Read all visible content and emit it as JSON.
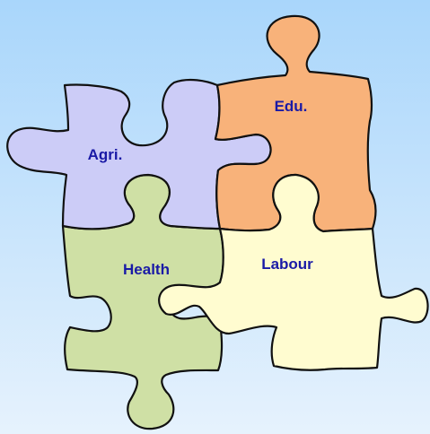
{
  "pieces": {
    "agri": {
      "label": "Agri.",
      "color": "#ccccf7"
    },
    "edu": {
      "label": "Edu.",
      "color": "#f8b27a"
    },
    "health": {
      "label": "Health",
      "color": "#cfe0a5"
    },
    "labour": {
      "label": "Labour",
      "color": "#fffcd0"
    }
  },
  "label_color": "#1a1aa6",
  "background": {
    "top": "#a9d6fb",
    "bottom": "#e6f2fd"
  },
  "outline_color": "#111111"
}
